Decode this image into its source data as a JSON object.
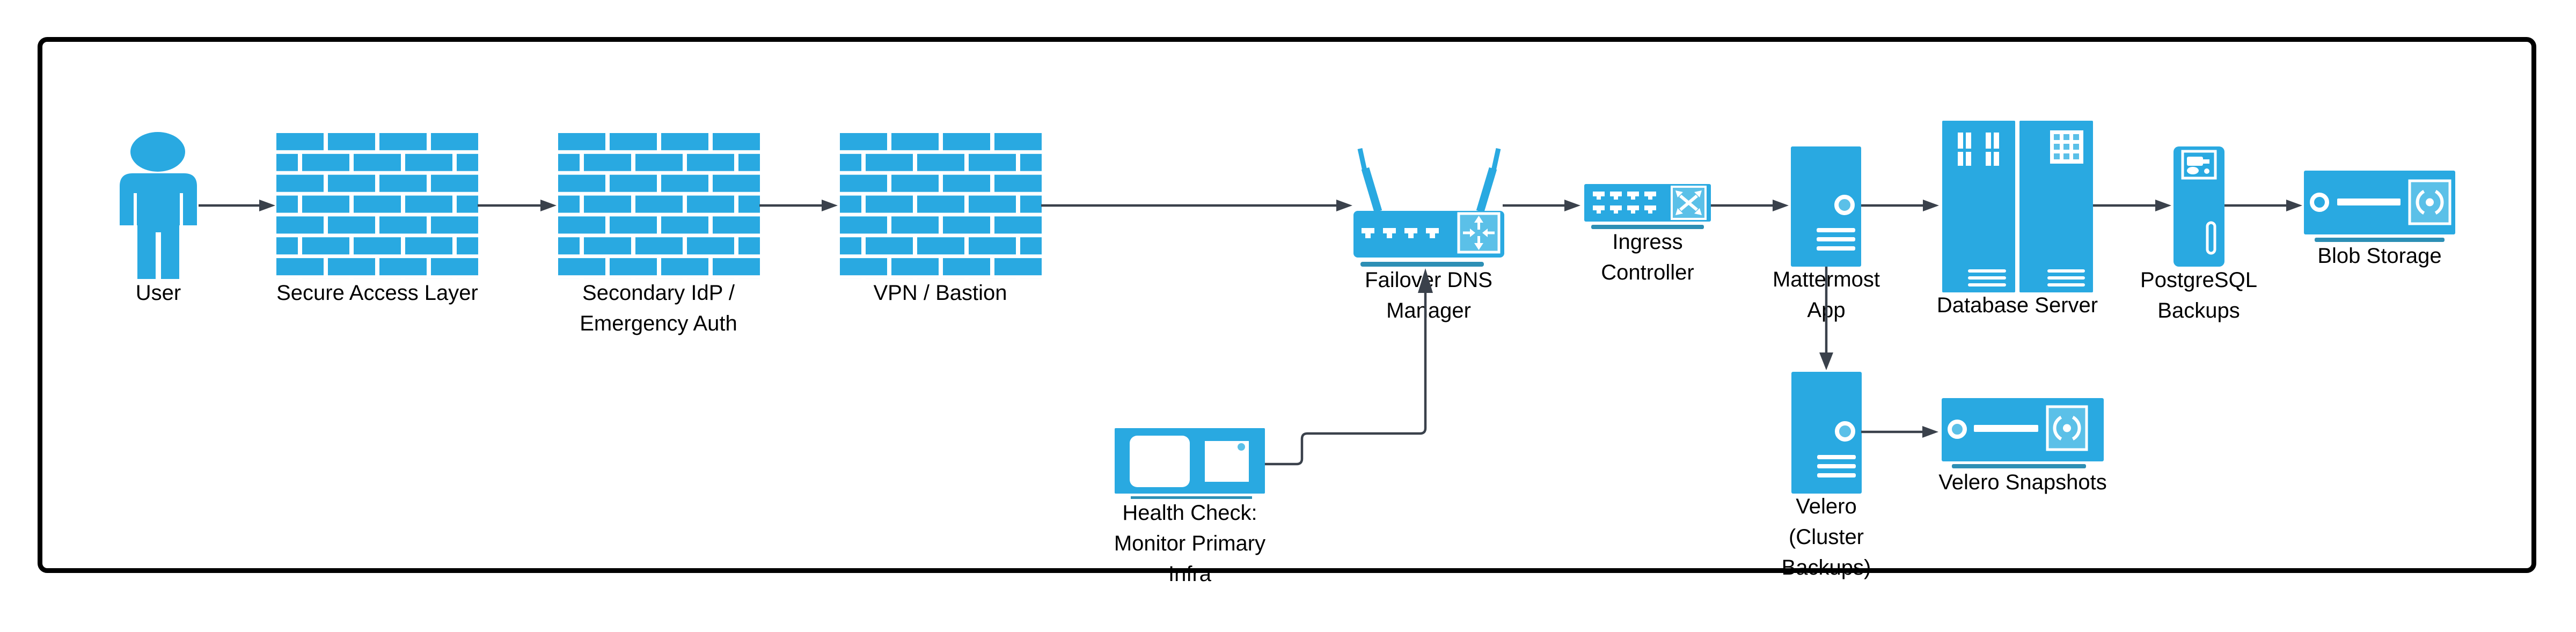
{
  "diagram": {
    "type": "infrastructure-flow-diagram",
    "colors": {
      "node_blue": "#29A9E1",
      "light_blue": "#5BC0E8",
      "base_bar_blue": "#2D8FB5",
      "connector_dark": "#3A414B",
      "border_black": "#000000",
      "background": "#FFFFFF",
      "text": "#000000"
    },
    "nodes": {
      "user": {
        "label": "User",
        "icon": "person-icon"
      },
      "secure_access": {
        "label": "Secure Access Layer",
        "icon": "firewall-brick-wall-icon"
      },
      "secondary_idp": {
        "label": "Secondary IdP /\nEmergency Auth",
        "icon": "firewall-brick-wall-icon"
      },
      "vpn_bastion": {
        "label": "VPN / Bastion",
        "icon": "firewall-brick-wall-icon"
      },
      "failover_dns": {
        "label": "Failover DNS\nManager",
        "icon": "wireless-router-icon"
      },
      "ingress": {
        "label": "Ingress\nController",
        "icon": "network-switch-icon"
      },
      "mattermost": {
        "label": "Mattermost\nApp",
        "icon": "tower-server-icon"
      },
      "database": {
        "label": "Database Server",
        "icon": "server-rack-icon"
      },
      "pg_backups": {
        "label": "PostgreSQL\nBackups",
        "icon": "backup-tower-icon"
      },
      "blob": {
        "label": "Blob Storage",
        "icon": "disk-storage-icon"
      },
      "health_check": {
        "label": "Health Check:\nMonitor Primary\nInfra",
        "icon": "monitor-display-icon"
      },
      "velero": {
        "label": "Velero\n(Cluster\nBackups)",
        "icon": "tower-server-icon"
      },
      "velero_snapshots": {
        "label": "Velero Snapshots",
        "icon": "disk-storage-icon"
      }
    },
    "edges": [
      {
        "from": "user",
        "to": "secure_access"
      },
      {
        "from": "secure_access",
        "to": "secondary_idp"
      },
      {
        "from": "secondary_idp",
        "to": "vpn_bastion"
      },
      {
        "from": "vpn_bastion",
        "to": "failover_dns"
      },
      {
        "from": "failover_dns",
        "to": "ingress"
      },
      {
        "from": "ingress",
        "to": "mattermost"
      },
      {
        "from": "mattermost",
        "to": "database"
      },
      {
        "from": "database",
        "to": "pg_backups"
      },
      {
        "from": "pg_backups",
        "to": "blob"
      },
      {
        "from": "mattermost",
        "to": "velero"
      },
      {
        "from": "velero",
        "to": "velero_snapshots"
      },
      {
        "from": "health_check",
        "to": "failover_dns"
      }
    ]
  }
}
